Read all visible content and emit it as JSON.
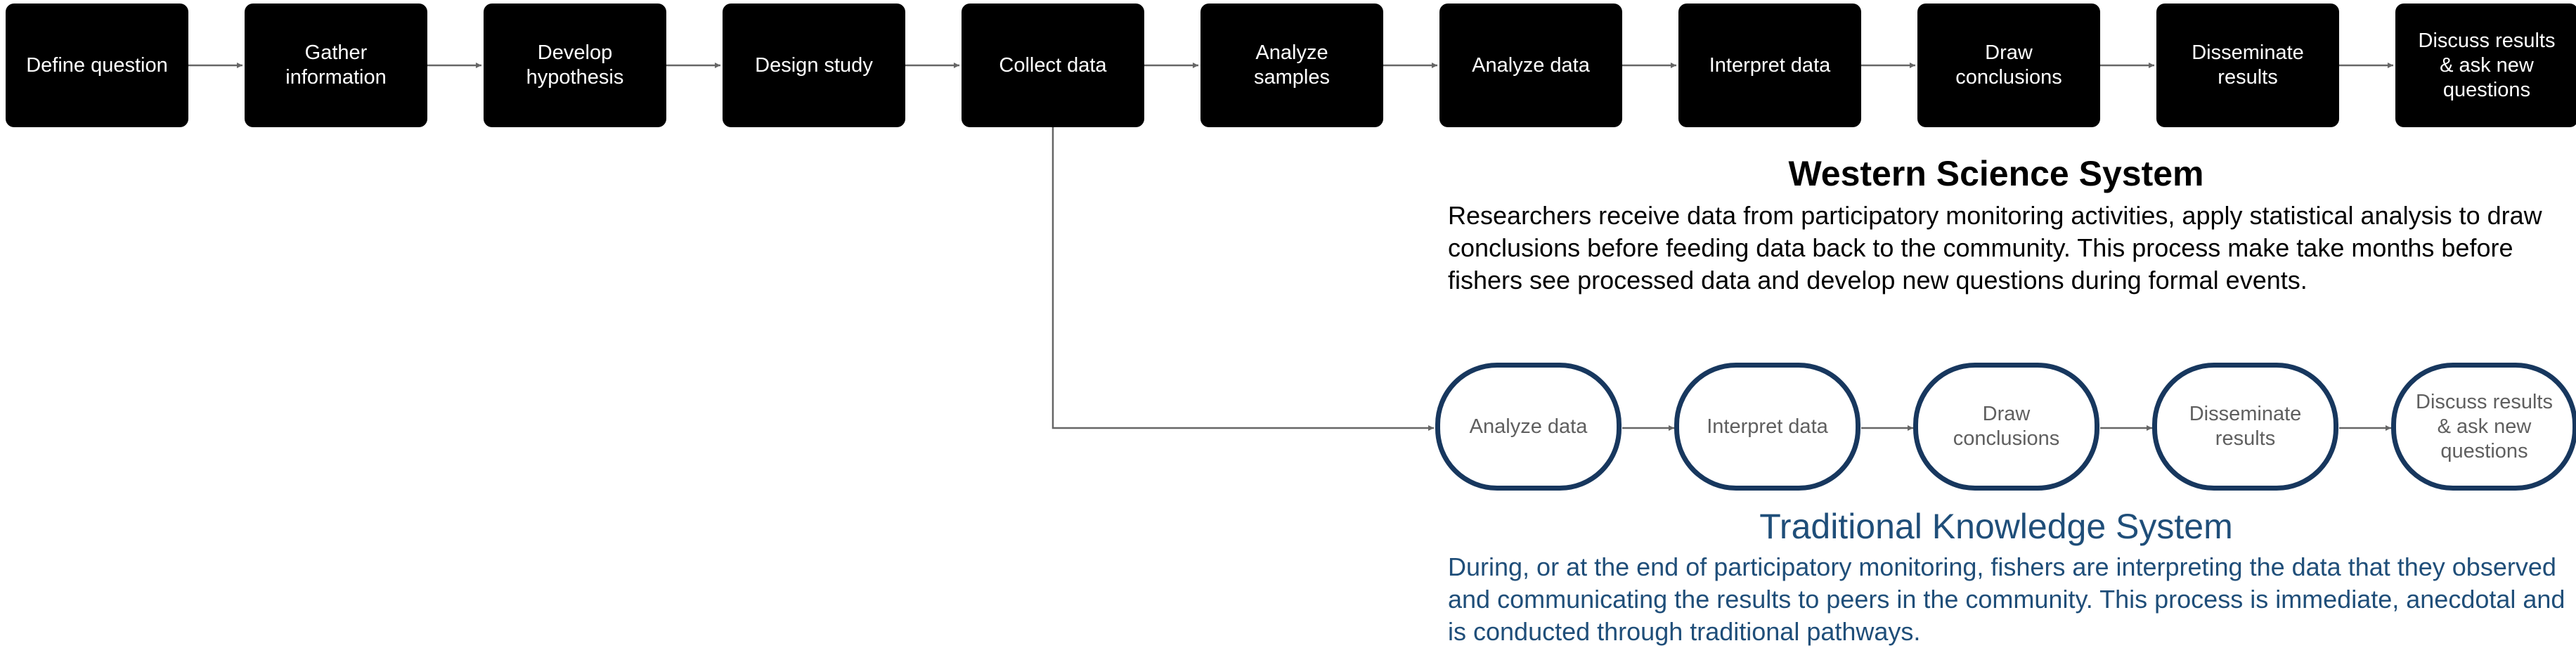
{
  "western": {
    "steps": [
      "Define question",
      "Gather\ninformation",
      "Develop\nhypothesis",
      "Design study",
      "Collect data",
      "Analyze\nsamples",
      "Analyze data",
      "Interpret data",
      "Draw\nconclusions",
      "Disseminate\nresults",
      "Discuss results\n& ask new\nquestions"
    ],
    "title": "Western Science System",
    "description": "Researchers receive data from participatory monitoring activities, apply statistical analysis to draw conclusions before feeding data back to the community. This process make take months before fishers see processed data and develop new questions during formal events."
  },
  "traditional": {
    "steps": [
      "Analyze data",
      "Interpret data",
      "Draw\nconclusions",
      "Disseminate\nresults",
      "Discuss results\n& ask new\nquestions"
    ],
    "title": "Traditional Knowledge System",
    "description": "During, or at the end of participatory monitoring, fishers are interpreting the data that they observed and communicating the results to peers in the community. This process is immediate, anecdotal and is conducted through traditional pathways."
  },
  "colors": {
    "western_box": "#000000",
    "traditional_border": "#17375e",
    "traditional_text": "#1f4e79",
    "arrow": "#666666"
  }
}
